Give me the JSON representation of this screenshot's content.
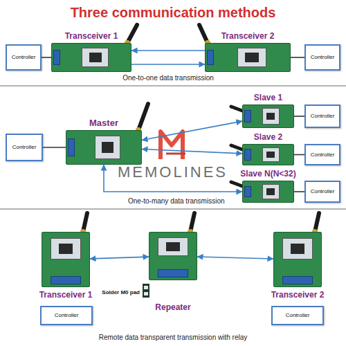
{
  "diagram": {
    "title": "Three communication methods",
    "nodes": [
      {
        "text": [
          "Controller"
        ]
      },
      {
        "text": [
          "Transceiver 1"
        ]
      },
      {
        "text": [
          "Transceiver 2"
        ]
      },
      {
        "text": [
          "Controller"
        ]
      },
      {
        "text": [
          "Controller"
        ]
      },
      {
        "text": [
          "Master"
        ]
      },
      {
        "text": [
          "Slave 1"
        ]
      },
      {
        "text": [
          "Controller"
        ]
      },
      {
        "text": [
          "Slave 2"
        ]
      },
      {
        "text": [
          "Controller"
        ]
      },
      {
        "text": [
          "Slave N(N<32)"
        ]
      },
      {
        "text": [
          "Controller"
        ]
      },
      {
        "text": [
          "Transceiver 1"
        ]
      },
      {
        "text": [
          "Repeater"
        ]
      },
      {
        "text": [
          "Transceiver 2"
        ]
      },
      {
        "text": [
          "Controller"
        ]
      },
      {
        "text": [
          "Controller"
        ]
      }
    ],
    "edges": [
      {
        "from": 0,
        "to": 1,
        "arrow": "none"
      },
      {
        "from": 2,
        "to": 1,
        "arrow": "to"
      },
      {
        "from": 1,
        "to": 2,
        "arrow": "to"
      },
      {
        "from": 2,
        "to": 3,
        "arrow": "none"
      },
      {
        "from": 4,
        "to": 5,
        "arrow": "none"
      },
      {
        "from": 5,
        "to": 6,
        "arrow": "both"
      },
      {
        "from": 6,
        "to": 7,
        "arrow": "none"
      },
      {
        "from": 5,
        "to": 8,
        "arrow": "both"
      },
      {
        "from": 8,
        "to": 9,
        "arrow": "none"
      },
      {
        "from": 5,
        "to": 10,
        "arrow": "both"
      },
      {
        "from": 10,
        "to": 11,
        "arrow": "none"
      },
      {
        "from": 12,
        "to": 13,
        "arrow": "both"
      },
      {
        "from": 13,
        "to": 14,
        "arrow": "both"
      }
    ],
    "labels": [
      "One-to-one data transmission",
      "MEMOLINES",
      "One-to-many data transmission",
      "Solder M0 pad",
      "Remote data transparent transmission with relay"
    ]
  }
}
